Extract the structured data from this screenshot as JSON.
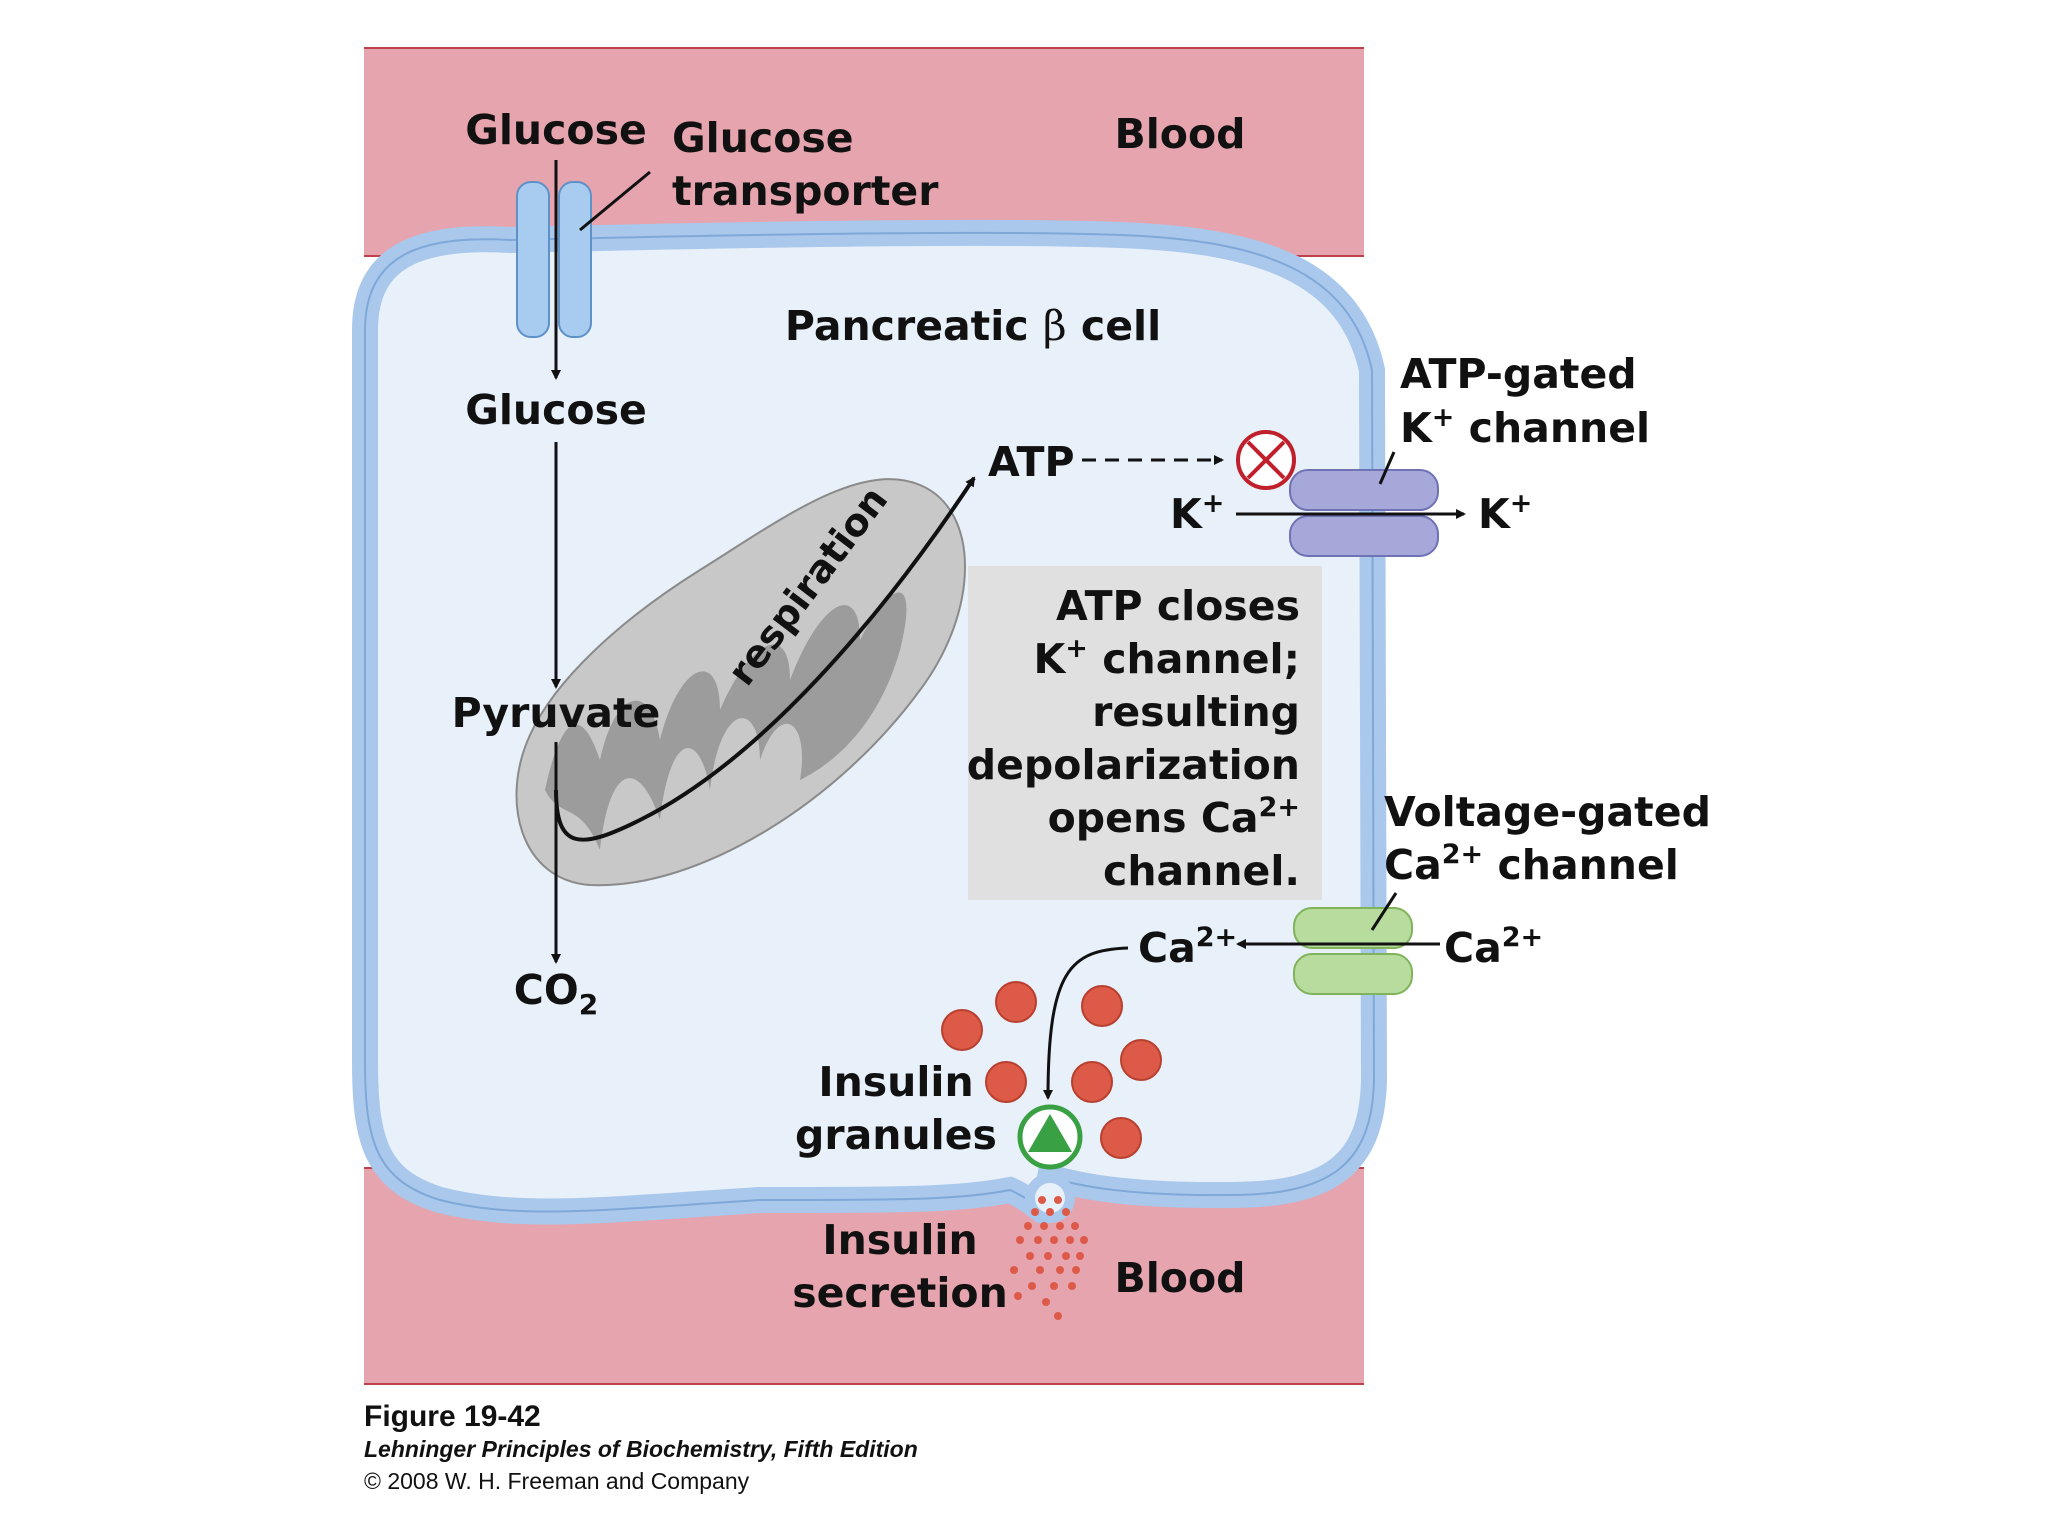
{
  "labels": {
    "blood_top": "Blood",
    "blood_bottom": "Blood",
    "glucose_outside": "Glucose",
    "glucose_transporter_line1": "Glucose",
    "glucose_transporter_line2": "transporter",
    "cell_title_part1": "Pancreatic",
    "cell_title_beta": "β",
    "cell_title_part2": "cell",
    "glucose_inside": "Glucose",
    "pyruvate": "Pyruvate",
    "co2_base": "CO",
    "co2_sub": "2",
    "respiration": "respiration",
    "atp": "ATP",
    "k_inside_base": "K",
    "k_inside_sup": "+",
    "k_outside_base": "K",
    "k_outside_sup": "+",
    "atp_channel_line1": "ATP-gated",
    "atp_channel_line2_base": "K",
    "atp_channel_line2_sup": "+",
    "atp_channel_line2_rest": " channel",
    "info_line1": "ATP closes",
    "info_line2_base": "K",
    "info_line2_sup": "+",
    "info_line2_rest": " channel;",
    "info_line3": "resulting",
    "info_line4": "depolarization",
    "info_line5_base": "opens Ca",
    "info_line5_sup": "2+",
    "info_line6": "channel.",
    "ca_channel_line1": "Voltage-gated",
    "ca_channel_line2_base": "Ca",
    "ca_channel_line2_sup": "2+",
    "ca_channel_line2_rest": " channel",
    "ca_inside_base": "Ca",
    "ca_inside_sup": "2+",
    "ca_outside_base": "Ca",
    "ca_outside_sup": "2+",
    "insulin_granules_line1": "Insulin",
    "insulin_granules_line2": "granules",
    "insulin_secretion_line1": "Insulin",
    "insulin_secretion_line2": "secretion"
  },
  "caption": {
    "figure": "Figure 19-42",
    "book": "Lehninger Principles of Biochemistry, Fifth Edition",
    "copyright": "© 2008 W. H. Freeman and Company"
  },
  "colors": {
    "blood": "#e6a4ae",
    "membrane": "#a9c8ec",
    "cytoplasm": "#e8f0fa",
    "mitochondrion": "#c8c8c8",
    "cristae": "#9c9c9c",
    "info_box": "#e0e0e0",
    "k_channel": "#a5a8d8",
    "ca_channel": "#b8dc9e",
    "glucose_transporter": "#a7ccef",
    "insulin_granule": "#dd5a48",
    "block_symbol": "#c0202c",
    "exocytosis_marker": "#3aa044"
  }
}
